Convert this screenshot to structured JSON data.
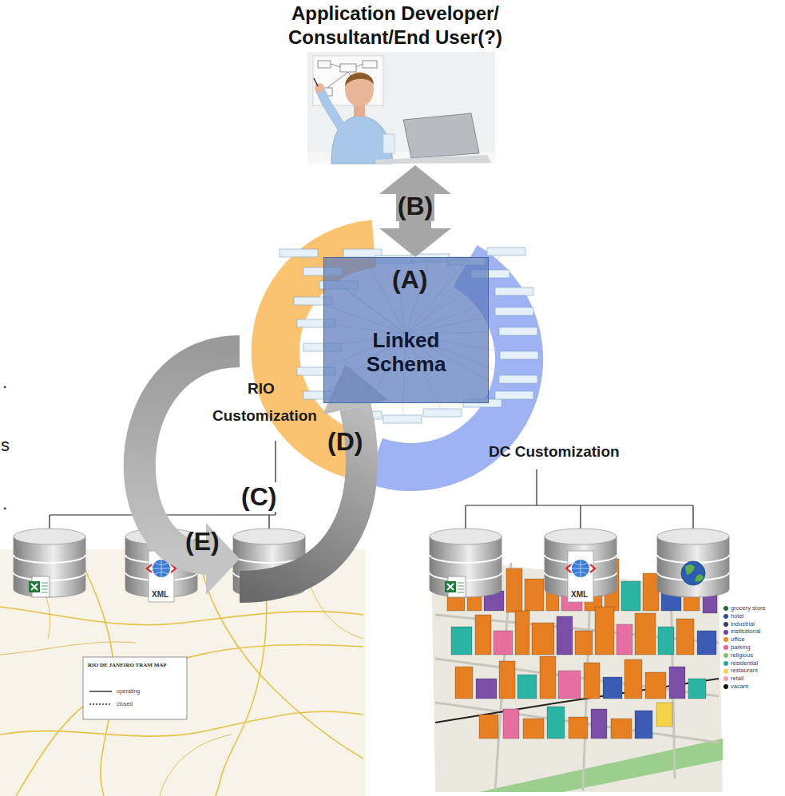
{
  "diagram": {
    "nodes": [
      {
        "text": [
          "Application Developer/ Consultant/End User(?)"
        ]
      },
      {
        "text": [
          "Linked Schema"
        ]
      }
    ],
    "edges": [
      {
        "from": 0,
        "to": 1,
        "arrow": "both",
        "label": "(B)"
      }
    ],
    "labels": [
      "(A)",
      "RIO Customization",
      "(D)",
      "DC Customization",
      "(C)",
      "(E)",
      "XML",
      "XML",
      "RIO DE JANEIRO TRAM MAP",
      ".",
      "s",
      "."
    ],
    "legend": [
      {
        "text": "operating"
      },
      {
        "text": "closed"
      },
      {
        "text": "grocery store",
        "color": "#1e6b3c"
      },
      {
        "text": "hotel",
        "color": "#2f4a9a"
      },
      {
        "text": "industrial",
        "color": "#3d3d5c"
      },
      {
        "text": "institutional",
        "color": "#6f46a6"
      },
      {
        "text": "office",
        "color": "#f08a24"
      },
      {
        "text": "parking",
        "color": "#e8609a"
      },
      {
        "text": "religious",
        "color": "#8cc063"
      },
      {
        "text": "residential",
        "color": "#2aa7a0"
      },
      {
        "text": "restaurant",
        "color": "#f5d547"
      },
      {
        "text": "retail",
        "color": "#f29bb0"
      },
      {
        "text": "vacant",
        "color": "#111111"
      }
    ]
  }
}
